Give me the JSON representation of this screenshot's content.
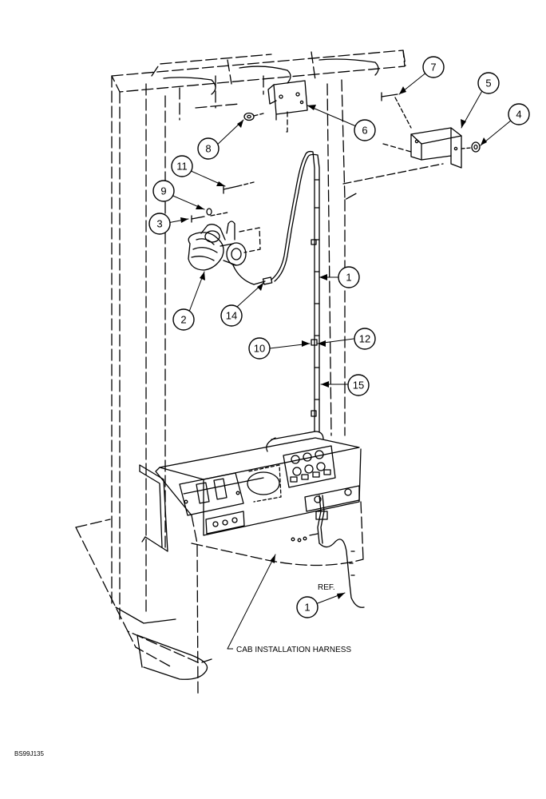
{
  "callouts": {
    "c7": "7",
    "c5": "5",
    "c4": "4",
    "c6": "6",
    "c8": "8",
    "c11": "11",
    "c9": "9",
    "c3": "3",
    "c1a": "1",
    "c2": "2",
    "c14": "14",
    "c10": "10",
    "c12": "12",
    "c15": "15",
    "c1b": "1"
  },
  "labels": {
    "ref": "REF.",
    "harness": "CAB INSTALLATION HARNESS",
    "drawing_code": "BS99J135"
  }
}
